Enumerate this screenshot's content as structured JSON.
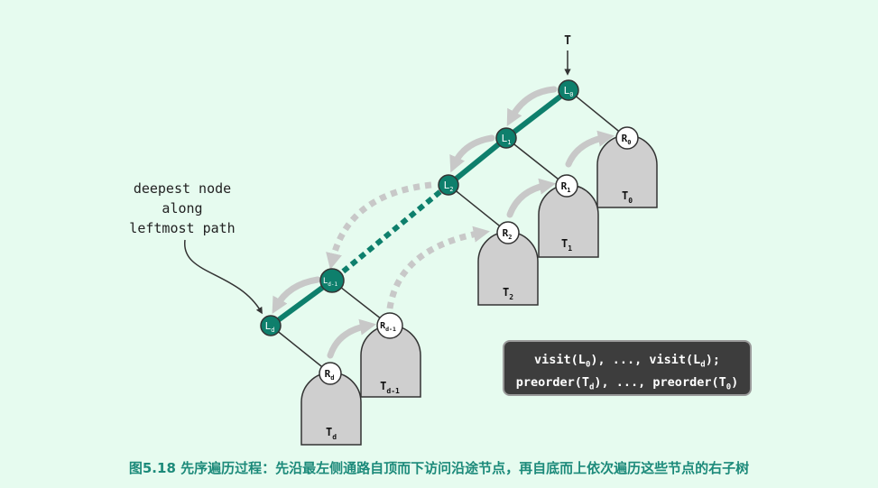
{
  "caption": "图5.18 先序遍历过程：先沿最左侧通路自顶而下访问沿途节点，再自底而上依次遍历这些节点的右子树",
  "root_pointer": "T",
  "annotation": [
    "deepest node",
    "along",
    "leftmost path"
  ],
  "code": {
    "line1": [
      "visit(L",
      "0",
      "), ..., visit(L",
      "d",
      ");"
    ],
    "line2": [
      "preorder(T",
      "d",
      "), ..., preorder(T",
      "0",
      ")"
    ]
  },
  "left_nodes": [
    {
      "base": "L",
      "sub": "0"
    },
    {
      "base": "L",
      "sub": "1"
    },
    {
      "base": "L",
      "sub": "2"
    },
    {
      "base": "L",
      "sub": "d-1"
    },
    {
      "base": "L",
      "sub": "d"
    }
  ],
  "right_nodes": [
    {
      "base": "R",
      "sub": "0"
    },
    {
      "base": "R",
      "sub": "1"
    },
    {
      "base": "R",
      "sub": "2"
    },
    {
      "base": "R",
      "sub": "d-1"
    },
    {
      "base": "R",
      "sub": "d"
    }
  ],
  "subtrees": [
    {
      "base": "T",
      "sub": "0"
    },
    {
      "base": "T",
      "sub": "1"
    },
    {
      "base": "T",
      "sub": "2"
    },
    {
      "base": "T",
      "sub": "d-1"
    },
    {
      "base": "T",
      "sub": "d"
    }
  ],
  "colors": {
    "background": "#e6fbef",
    "path": "#0e7f6c",
    "arrow_gray": "#c8c8c8",
    "subtree_fill": "#cfcfcf",
    "caption": "#1c8a7a"
  }
}
